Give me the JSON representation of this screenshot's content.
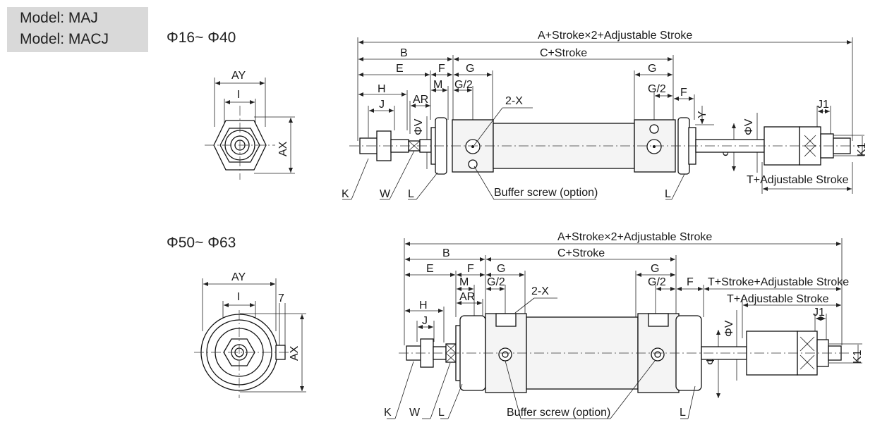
{
  "models": [
    "Model: MAJ",
    "Model: MACJ"
  ],
  "ranges": {
    "small": "Φ16~ Φ40",
    "large": "Φ50~ Φ63"
  },
  "small": {
    "end_view": {
      "AY": "AY",
      "I": "I",
      "AX": "AX"
    },
    "dims": {
      "A": "A+Stroke×2+Adjustable Stroke",
      "B": "B",
      "C": "C+Stroke",
      "E": "E",
      "F": "F",
      "G": "G",
      "G2": "G/2",
      "M": "M",
      "AR": "AR",
      "H": "H",
      "J": "J",
      "V": "ΦV",
      "X": "2-X",
      "F_right": "F",
      "Y": "Y",
      "U": "ΦU",
      "V_right": "ΦV",
      "J1": "J1",
      "K1": "K1",
      "T": "T+Adjustable Stroke"
    },
    "callouts": {
      "K": "K",
      "W": "W",
      "L": "L",
      "L_right": "L",
      "buffer": "Buffer screw (option)"
    }
  },
  "large": {
    "end_view": {
      "AY": "AY",
      "I": "I",
      "seven": "7",
      "AX": "AX"
    },
    "dims": {
      "A": "A+Stroke×2+Adjustable Stroke",
      "B": "B",
      "C": "C+Stroke",
      "E": "E",
      "F": "F",
      "G": "G",
      "G2": "G/2",
      "M": "M",
      "AR": "AR",
      "H": "H",
      "J": "J",
      "X": "2-X",
      "G_right": "G",
      "G2_right": "G/2",
      "F_right": "F",
      "T_stroke": "T+Stroke+Adjustable Stroke",
      "T": "T+Adjustable Stroke",
      "J1": "J1",
      "V": "ΦV",
      "U": "ΦU",
      "K1": "K1"
    },
    "callouts": {
      "K": "K",
      "W": "W",
      "L": "L",
      "L_right": "L",
      "buffer": "Buffer screw (option)"
    }
  }
}
